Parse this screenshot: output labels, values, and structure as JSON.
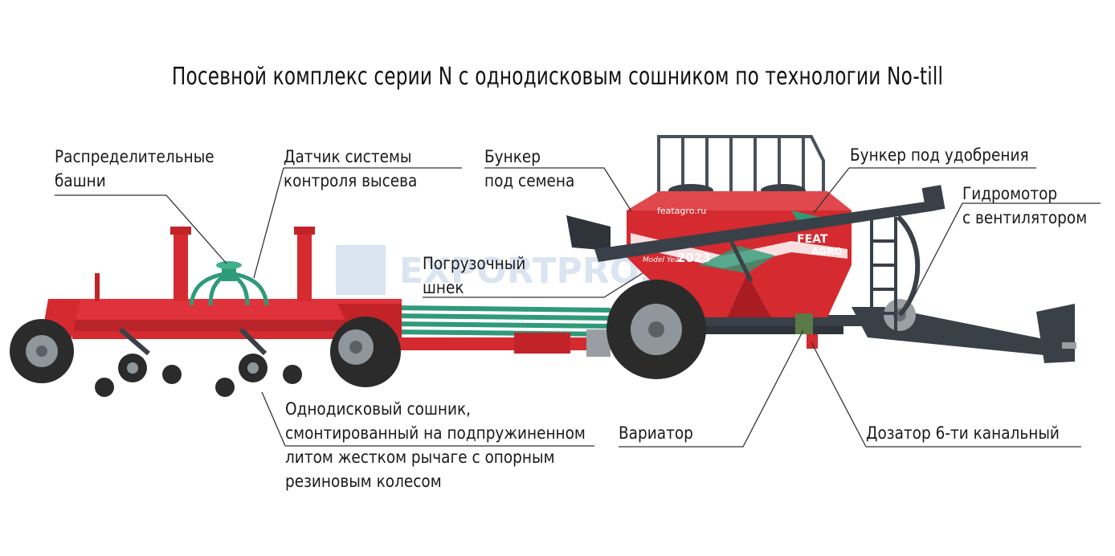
{
  "title": "Посевной комплекс серии N с однодисковым сошником по технологии No-till",
  "labels": {
    "towers": [
      "Распределительные",
      "башни"
    ],
    "sensor": [
      "Датчик системы",
      "контроля высева"
    ],
    "seed_hopper": [
      "Бункер",
      "под семена"
    ],
    "fert_hopper": [
      "Бункер под удобрения"
    ],
    "hydromotor": [
      "Гидромотор",
      "с вентилятором"
    ],
    "auger": [
      "Погрузочный",
      "шнек"
    ],
    "opener": [
      "Однодисковый сошник,",
      "смонтированный на подпружиненном",
      "литом жестком рычаге с опорным",
      "резиновым колесом"
    ],
    "variator": [
      "Вариатор"
    ],
    "dosator": [
      "Дозатор 6-ти канальный"
    ]
  },
  "machine": {
    "brand_site": "featagro.ru",
    "brand_top": "FEAT",
    "brand_bottom": "AGRO",
    "model_label": "Model Year",
    "model_year": "2023",
    "watermark": "EXPORTPROSOFT"
  },
  "colors": {
    "body_red": "#d42a30",
    "dark_red": "#a81c22",
    "frame_red": "#e0323a",
    "steel": "#3a4048",
    "hose_green": "#2f9a78",
    "tire": "#2b2b2b",
    "rim": "#8f969c"
  }
}
